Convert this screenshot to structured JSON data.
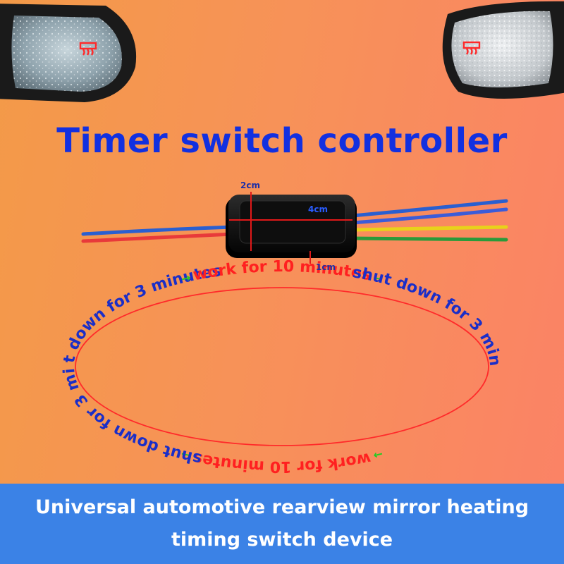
{
  "title": "Timer switch controller",
  "dimensions": {
    "height": "2cm",
    "width": "4cm",
    "depth": "1cm"
  },
  "cycle": {
    "top_work": "work for 10 minutes",
    "right_shutdown": "shut down for 3 minutes",
    "bottom_work": "work for 10 minutes",
    "left_shutdown": "shut down for 3 minutes"
  },
  "banner": {
    "line1": "Universal automotive rearview mirror heating",
    "line2": "timing switch device"
  },
  "colors": {
    "title": "#1230e0",
    "work_text": "#ff2020",
    "shutdown_text": "#1a2ec8",
    "arrow": "#22cc22",
    "ellipse": "#ff2a2a",
    "banner_bg": "#3b82e6",
    "heater_icon": "#ff2a2a"
  },
  "icons": [
    "mirror-heater-icon"
  ]
}
